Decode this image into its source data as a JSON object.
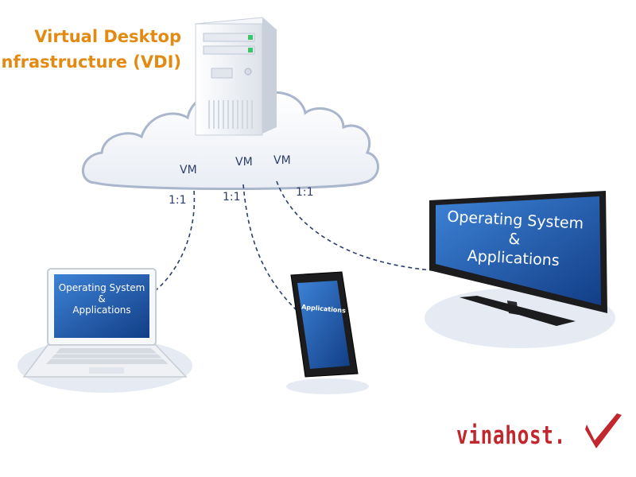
{
  "title": {
    "line1": "Virtual Desktop",
    "line2": "Infrastructure (VDI)"
  },
  "cloud": {
    "vm_labels": [
      "VM",
      "VM",
      "VM"
    ],
    "ratio_labels": [
      "1:1",
      "1:1",
      "1:1"
    ]
  },
  "devices": {
    "laptop": {
      "line1": "Operating System",
      "line2": "&",
      "line3": "Applications"
    },
    "tablet": {
      "line1": "Applications"
    },
    "monitor": {
      "line1": "Operating System",
      "line2": "&",
      "line3": "Applications"
    }
  },
  "logo": {
    "text": "vinahost.",
    "mark_icon": "checkmark-icon"
  },
  "colors": {
    "title": "#E28A12",
    "label": "#2C3E6B",
    "connector": "#2C3E6B",
    "screen_blue": "#1F5FB4",
    "cloud_fill": "#F3F5F9",
    "cloud_stroke": "#A9B6CC",
    "shadow": "#E6EAF2",
    "logo": "#C1272D"
  }
}
